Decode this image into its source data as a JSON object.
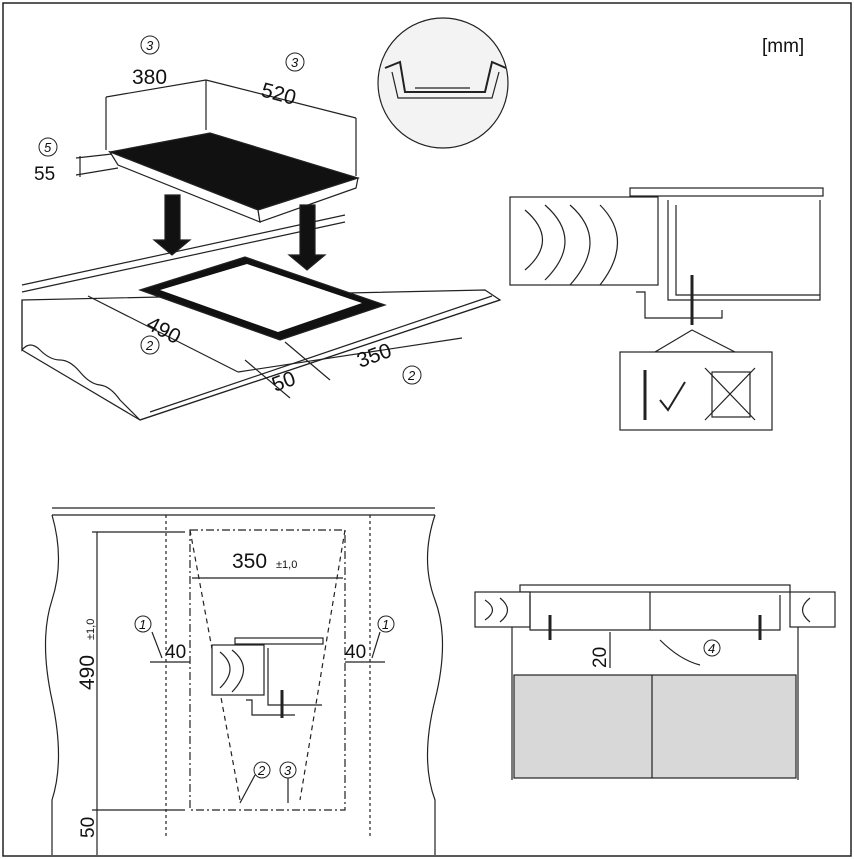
{
  "unit_label": "[mm]",
  "top_figure": {
    "dim_380": "380",
    "dim_520": "520",
    "dim_55": "55",
    "dim_490": "490",
    "dim_50": "50",
    "dim_350": "350",
    "ref_3a": "3",
    "ref_3b": "3",
    "ref_5": "5",
    "ref_2a": "2",
    "ref_2b": "2"
  },
  "bottom_figure": {
    "dim_350": "350",
    "tol_350": "±1,0",
    "dim_490": "490",
    "tol_490": "±1,0",
    "dim_40_left": "40",
    "dim_40_right": "40",
    "dim_50": "50",
    "ref_1a": "1",
    "ref_1b": "1",
    "ref_2": "2",
    "ref_3": "3"
  },
  "side_figure": {
    "dim_20": "20",
    "ref_4": "4"
  }
}
